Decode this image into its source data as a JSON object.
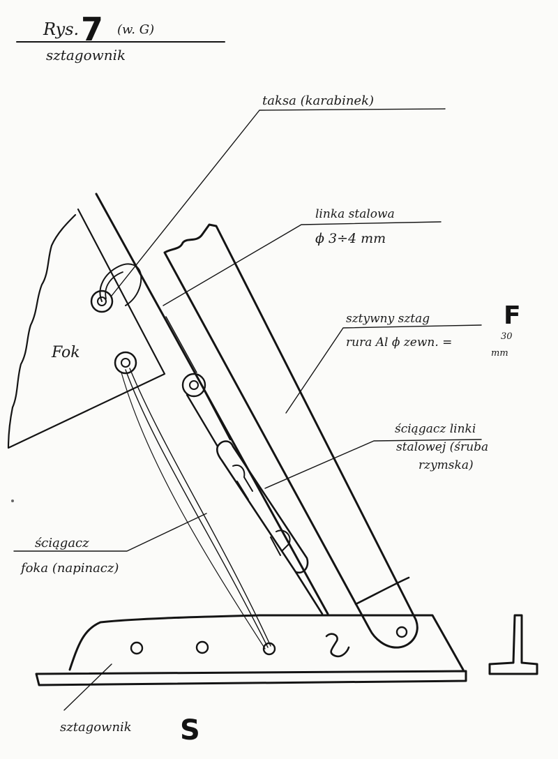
{
  "figure": {
    "title_prefix": "Rys.",
    "number": "7",
    "note": "(w. G)",
    "subtitle": "sztagownik"
  },
  "labels": {
    "fok": "Fok",
    "hook": "taksa (karabinek)",
    "steel_line_1": "linka stalowa",
    "steel_line_2": "ϕ 3÷4 mm",
    "stay_1": "sztywny sztag",
    "stay_letter": "F",
    "stay_2": "rura Al ϕ zewn. =",
    "stay_dim_1": "30",
    "stay_dim_2": "mm",
    "tensioner_1": "ściągacz linki",
    "tensioner_2": "stalowej (śruba",
    "tensioner_3": "rzymska)",
    "downhaul_1": "ściągacz",
    "downhaul_2": "foka (napinacz)",
    "base": "sztagownik",
    "base_letter": "S"
  },
  "colors": {
    "ink": "#141414",
    "paper": "#fbfbf9"
  }
}
